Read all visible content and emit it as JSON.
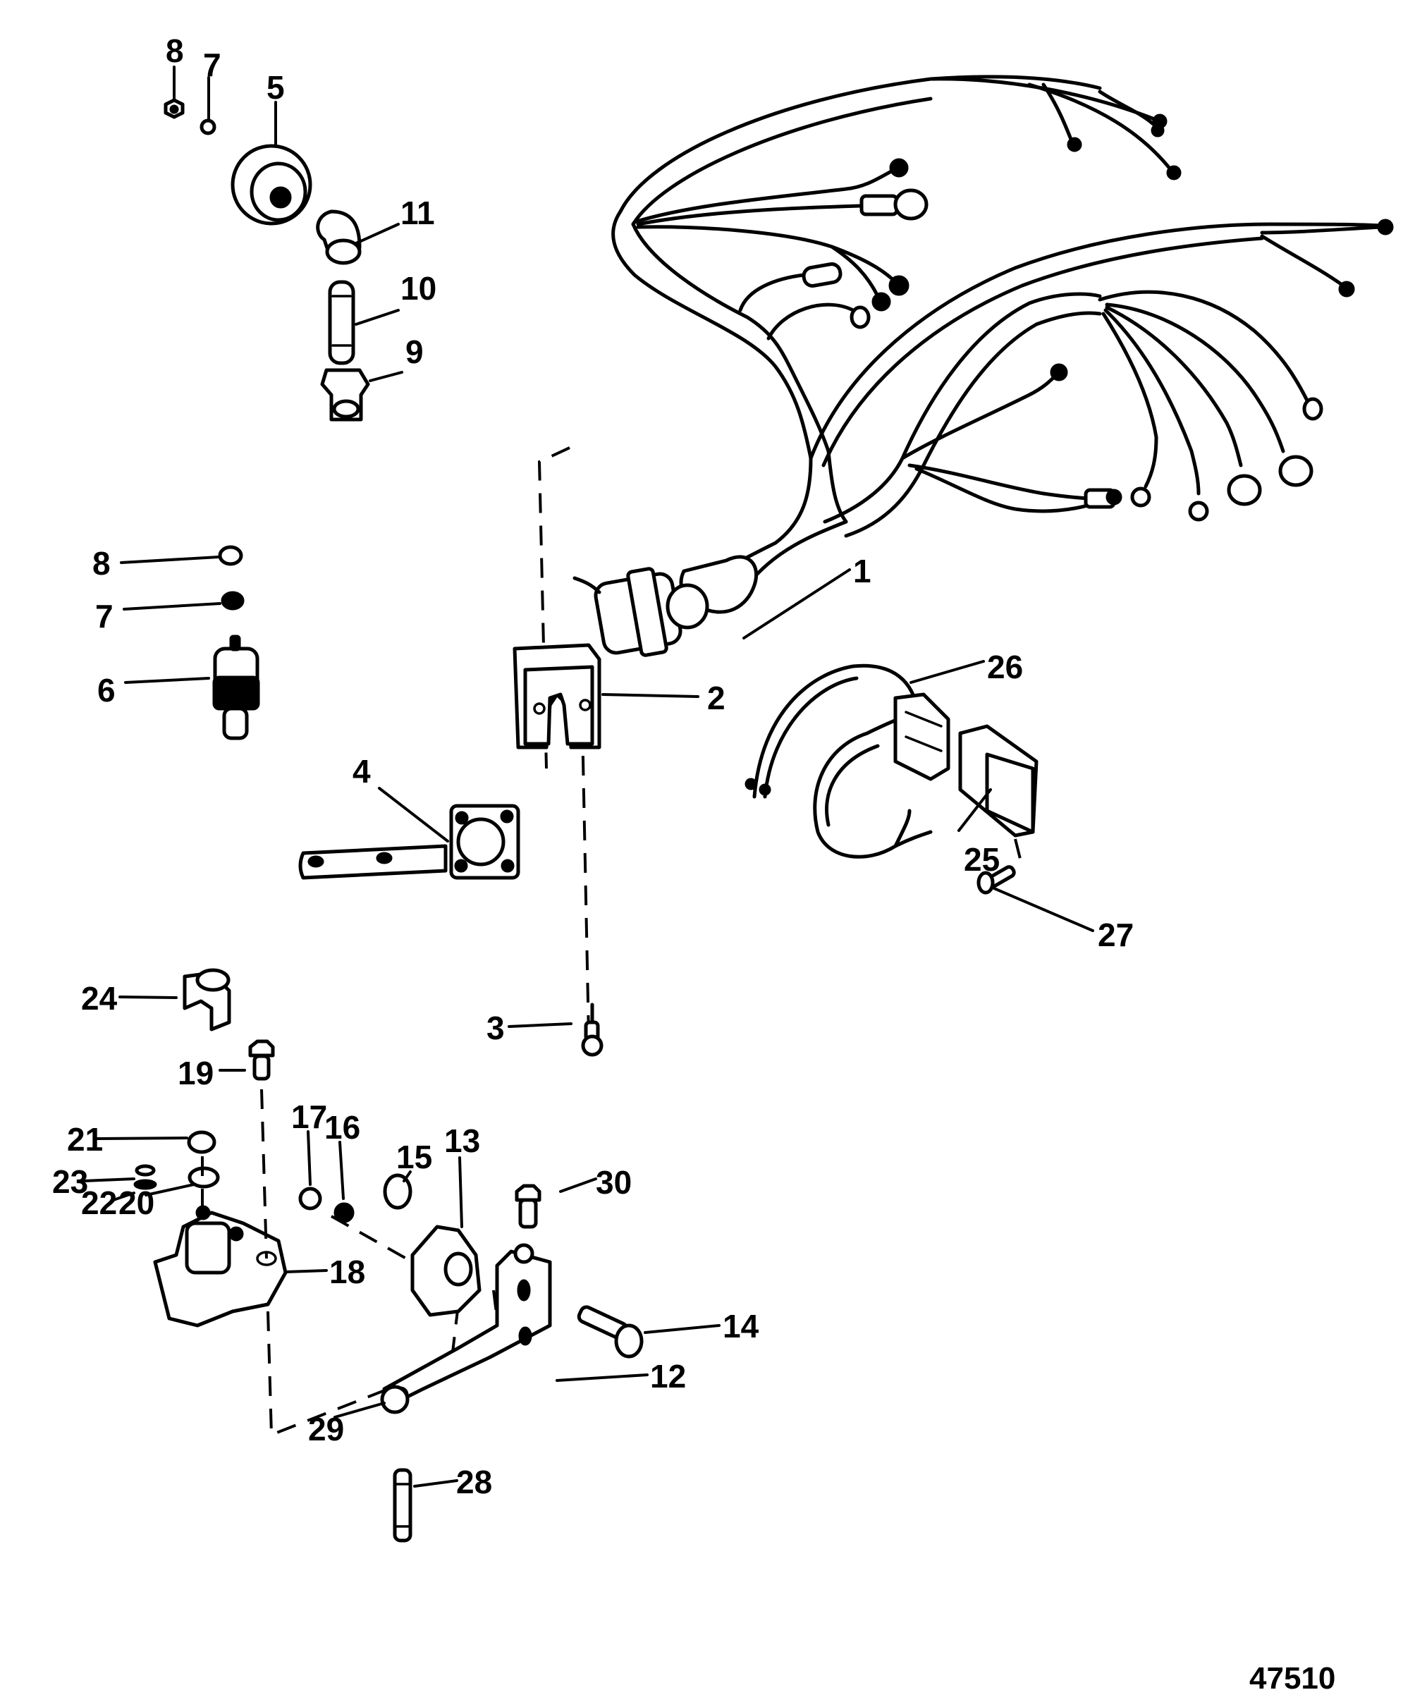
{
  "diagram": {
    "drawing_number": "47510",
    "line_color": "#000000",
    "background_color": "#ffffff"
  },
  "parts": {
    "p1": "1",
    "p2": "2",
    "p3": "3",
    "p4": "4",
    "p5": "5",
    "p6": "6",
    "p7_top": "7",
    "p7_mid": "7",
    "p8_top": "8",
    "p8_mid": "8",
    "p9": "9",
    "p10": "10",
    "p11": "11",
    "p12": "12",
    "p13": "13",
    "p14": "14",
    "p15": "15",
    "p16": "16",
    "p17": "17",
    "p18": "18",
    "p19": "19",
    "p20": "20",
    "p21": "21",
    "p22": "22",
    "p23": "23",
    "p24": "24",
    "p25": "25",
    "p26": "26",
    "p27": "27",
    "p28": "28",
    "p29": "29",
    "p30": "30"
  }
}
